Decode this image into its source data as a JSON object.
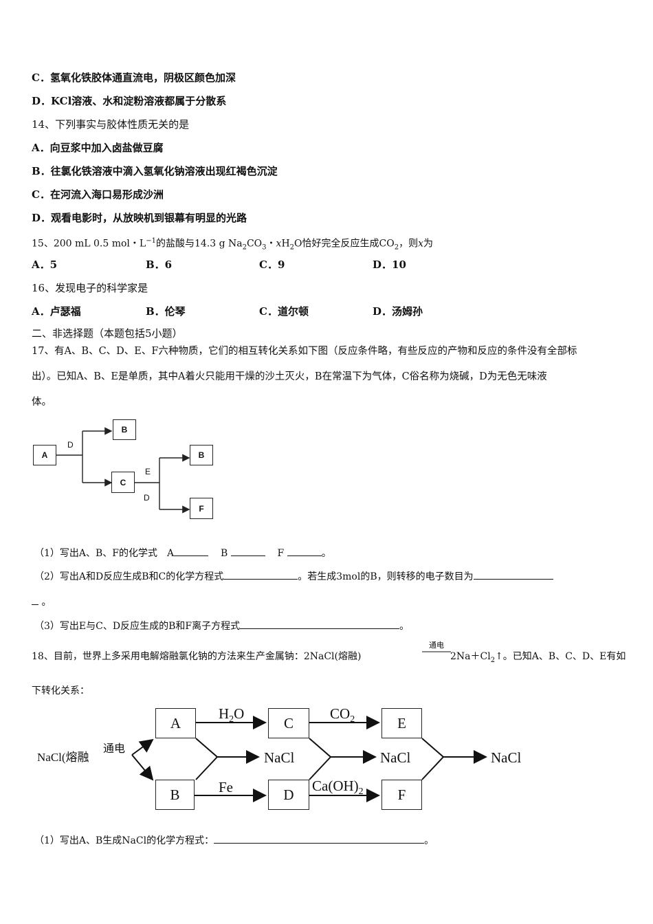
{
  "q13": {
    "opt_c": "C．氢氧化铁胶体通直流电，阴极区颜色加深",
    "opt_d": "D．KCl溶液、水和淀粉溶液都属于分散系"
  },
  "q14": {
    "stem": "14、下列事实与胶体性质无关的是",
    "opt_a": "A．向豆浆中加入卤盐做豆腐",
    "opt_b": "B．往氯化铁溶液中滴入氢氧化钠溶液出现红褐色沉淀",
    "opt_c": "C．在河流入海口易形成沙洲",
    "opt_d": "D．观看电影时，从放映机到银幕有明显的光路"
  },
  "q15": {
    "stem_a": "15、200 mL 0.5 mol・L",
    "stem_sup": "−1",
    "stem_b": "的盐酸与14.3 g Na",
    "sub1": "2",
    "stem_c": "CO",
    "sub2": "3",
    "stem_d": "・",
    "stem_x": "x",
    "stem_e": "H",
    "sub3": "2",
    "stem_f": "O恰好完全反应生成CO",
    "sub4": "2",
    "stem_g": "，则",
    "stem_x2": "x",
    "stem_h": "为",
    "opt_a": "A．5",
    "opt_b": "B．6",
    "opt_c": "C．9",
    "opt_d": "D．10"
  },
  "q16": {
    "stem": "16、发现电子的科学家是",
    "opt_a": "A．卢瑟福",
    "opt_b": "B．伦琴",
    "opt_c": "C．道尔顿",
    "opt_d": "D．汤姆孙"
  },
  "section2": "二、非选择题（本题包括5小题）",
  "q17": {
    "line1": "17、有A、B、C、D、E、F六种物质，它们的相互转化关系如下图（反应条件略，有些反应的产物和反应的条件没有全部标",
    "line2": "出）。已知A、B、E是单质，其中A着火只能用干燥的沙土灭火，B在常温下为气体，C俗名称为烧碱，D为无色无味液",
    "line3": "体。",
    "diagram": {
      "a": "A",
      "b1": "B",
      "c": "C",
      "b2": "B",
      "f": "F",
      "d1": "D",
      "e": "E",
      "d2": "D"
    },
    "sub1_a": "（1）写出A、B、F的化学式　A",
    "sub1_b": "B",
    "sub1_c": "F",
    "sub1_end": "。",
    "sub2_a": "（2）写出A和D反应生成B和C的化学方程式",
    "sub2_b": "。若生成3mol的B，则转移的电子数目为",
    "sub2_end": "。",
    "sub3_a": "（3）写出E与C、D反应生成的B和F离子方程式",
    "sub3_end": "。"
  },
  "q18": {
    "line1_a": "18、目前，世界上多采用电解熔融氯化钠的方法来生产金属钠：2NaCl(熔融)",
    "cond": "通电",
    "line1_b": "2Na＋Cl",
    "line1_sub": "2",
    "line1_c": "↑。已知A、B、C、D、E有如",
    "line2": "下转化关系：",
    "diagram": {
      "start": "NaCl(熔融",
      "tongdian": "通电",
      "a": "A",
      "b": "B",
      "c": "C",
      "d": "D",
      "e": "E",
      "f": "F",
      "h2o": "H",
      "h2o_sub": "2",
      "h2o_end": "O",
      "co2": "CO",
      "co2_sub": "2",
      "fe": "Fe",
      "caoh2": "Ca(OH)",
      "caoh2_sub": "2",
      "nacl1": "NaCl",
      "nacl2": "NaCl",
      "nacl3": "NaCl"
    },
    "sub1_a": "（1）写出A、B生成NaCl的化学方程式：",
    "sub1_end": "。"
  }
}
